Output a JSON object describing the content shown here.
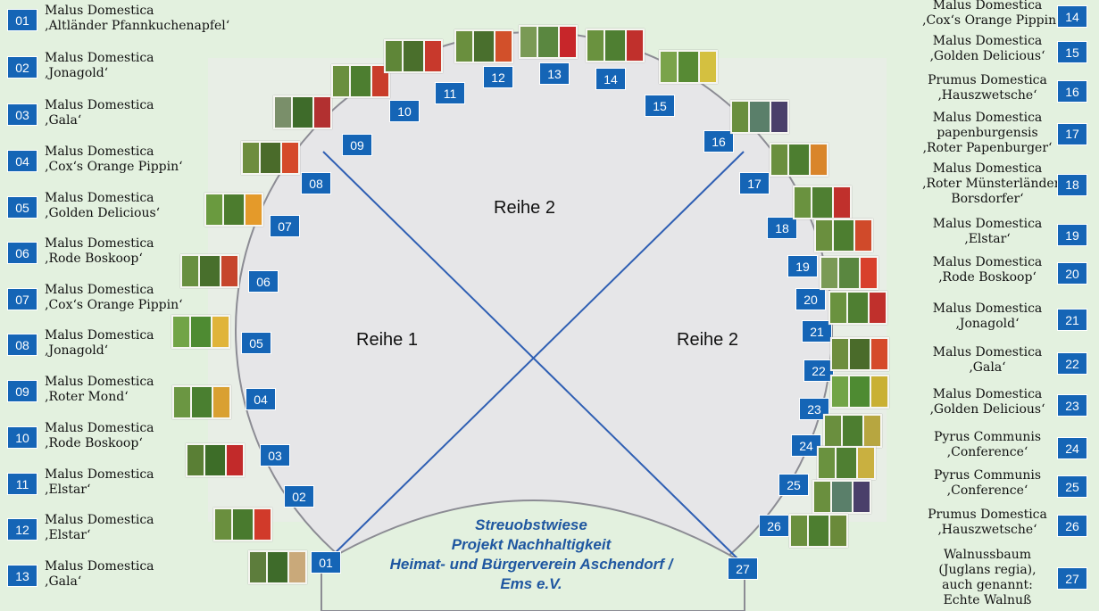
{
  "diagram_labels": {
    "row1": "Reihe 1",
    "row2_upper": "Reihe 2",
    "row2_lower": "Reihe 2"
  },
  "footer": {
    "line1": "Streuobstwiese",
    "line2": "Projekt Nachhaltigkeit",
    "line3": "Heimat- und Bürgerverein  Aschendorf /",
    "line4": "Ems e.V."
  },
  "left_list": [
    {
      "num": "01",
      "lines": [
        "Malus Domestica",
        "‚Altländer Pfannkuchenapfel‘"
      ]
    },
    {
      "num": "02",
      "lines": [
        "Malus Domestica",
        "‚Jonagold‘"
      ]
    },
    {
      "num": "03",
      "lines": [
        "Malus Domestica",
        "‚Gala‘"
      ]
    },
    {
      "num": "04",
      "lines": [
        "Malus Domestica",
        "‚Cox‘s Orange Pippin‘"
      ]
    },
    {
      "num": "05",
      "lines": [
        "Malus Domestica",
        "‚Golden Delicious‘"
      ]
    },
    {
      "num": "06",
      "lines": [
        "Malus Domestica",
        "‚Rode Boskoop‘"
      ]
    },
    {
      "num": "07",
      "lines": [
        "Malus Domestica",
        "‚Cox‘s Orange Pippin‘"
      ]
    },
    {
      "num": "08",
      "lines": [
        "Malus Domestica",
        "‚Jonagold‘"
      ]
    },
    {
      "num": "09",
      "lines": [
        "Malus Domestica",
        "‚Roter Mond‘"
      ]
    },
    {
      "num": "10",
      "lines": [
        "Malus Domestica",
        "‚Rode Boskoop‘"
      ]
    },
    {
      "num": "11",
      "lines": [
        "Malus Domestica",
        "‚Elstar‘"
      ]
    },
    {
      "num": "12",
      "lines": [
        "Malus Domestica",
        "‚Elstar‘"
      ]
    },
    {
      "num": "13",
      "lines": [
        "Malus Domestica",
        "‚Gala‘"
      ]
    }
  ],
  "right_list": [
    {
      "num": "14",
      "lines": [
        "Malus Domestica",
        "‚Cox‘s Orange Pippin‘"
      ]
    },
    {
      "num": "15",
      "lines": [
        "Malus Domestica",
        "‚Golden Delicious‘"
      ]
    },
    {
      "num": "16",
      "lines": [
        "Prumus Domestica",
        "‚Hauszwetsche‘"
      ]
    },
    {
      "num": "17",
      "lines": [
        "Malus Domestica",
        "papenburgensis",
        "‚Roter Papenburger‘"
      ]
    },
    {
      "num": "18",
      "lines": [
        "Malus Domestica",
        "‚Roter Münsterländer",
        "Borsdorfer‘"
      ]
    },
    {
      "num": "19",
      "lines": [
        "Malus Domestica",
        "‚Elstar‘"
      ]
    },
    {
      "num": "20",
      "lines": [
        "Malus Domestica",
        "‚Rode Boskoop‘"
      ]
    },
    {
      "num": "21",
      "lines": [
        "Malus Domestica",
        "‚Jonagold‘"
      ]
    },
    {
      "num": "22",
      "lines": [
        "Malus Domestica",
        "‚Gala‘"
      ]
    },
    {
      "num": "23",
      "lines": [
        "Malus Domestica",
        "‚Golden Delicious‘"
      ]
    },
    {
      "num": "24",
      "lines": [
        "Pyrus Communis",
        "‚Conference‘"
      ]
    },
    {
      "num": "25",
      "lines": [
        "Pyrus Communis",
        "‚Conference‘"
      ]
    },
    {
      "num": "26",
      "lines": [
        "Prumus Domestica",
        "‚Hauszwetsche‘"
      ]
    },
    {
      "num": "27",
      "lines": [
        "Walnussbaum",
        "(Juglans regia),",
        "auch genannt:",
        "Echte Walnuß"
      ]
    }
  ],
  "arc_numbers": [
    "01",
    "02",
    "03",
    "04",
    "05",
    "06",
    "07",
    "08",
    "09",
    "10",
    "11",
    "12",
    "13",
    "14",
    "15",
    "16",
    "17",
    "18",
    "19",
    "20",
    "21",
    "22",
    "23",
    "24",
    "25",
    "26",
    "27"
  ],
  "colors": {
    "badge": "#1565b6",
    "background": "#e3f1df",
    "footer_text": "#1f57a0",
    "lines": "#2f5fb3"
  }
}
